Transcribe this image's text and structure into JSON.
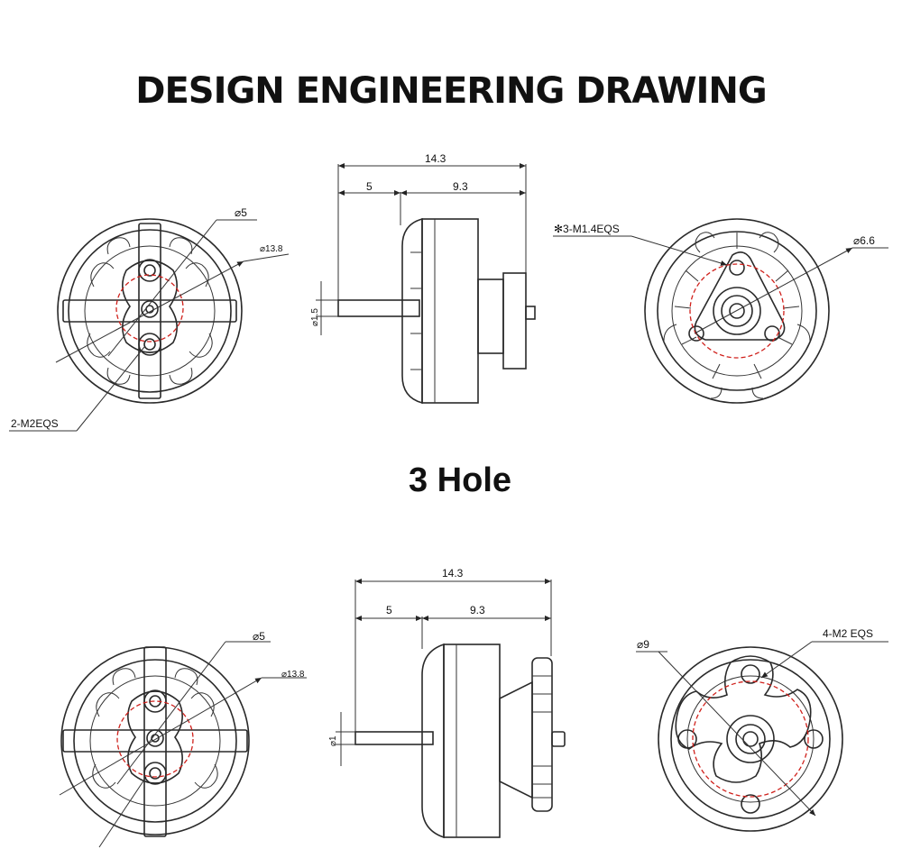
{
  "title": "DESIGN ENGINEERING DRAWING",
  "section_label": "3 Hole",
  "top": {
    "left_view": {
      "dia_inner": "⌀5",
      "dia_outer": "⌀13.8",
      "holes": "2-M2EQS"
    },
    "side_view": {
      "total": "14.3",
      "shaft_len": "5",
      "body_len": "9.3",
      "shaft_dia": "⌀1.5"
    },
    "right_view": {
      "holes": "✻3-M1.4EQS",
      "dia": "⌀6.6"
    }
  },
  "bottom": {
    "left_view": {
      "dia_inner": "⌀5",
      "dia_outer": "⌀13.8"
    },
    "side_view": {
      "total": "14.3",
      "shaft_len": "5",
      "body_len": "9.3",
      "shaft_dia": "⌀1"
    },
    "right_view": {
      "dia": "⌀9",
      "holes": "4-M2  EQS"
    }
  },
  "colors": {
    "line": "#2a2a2a",
    "center_circle": "#d0211c"
  }
}
